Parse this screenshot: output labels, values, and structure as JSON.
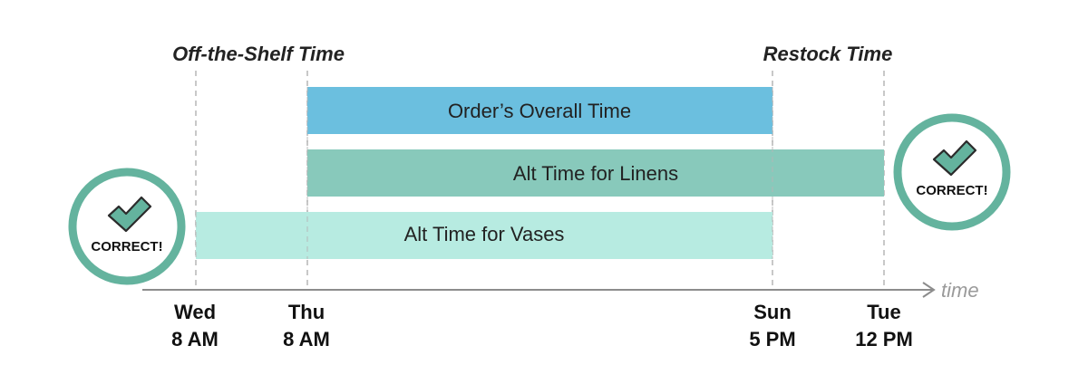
{
  "diagram": {
    "top_labels": {
      "off_the_shelf": "Off-the-Shelf Time",
      "restock": "Restock Time"
    },
    "axis_label": "time",
    "ticks": [
      {
        "day": "Wed",
        "time": "8 AM"
      },
      {
        "day": "Thu",
        "time": "8 AM"
      },
      {
        "day": "Sun",
        "time": "5 PM"
      },
      {
        "day": "Tue",
        "time": "12 PM"
      }
    ],
    "bars": [
      {
        "label": "Order’s Overall Time",
        "from": "Thu 8 AM",
        "to": "Sun 5 PM",
        "color": "#6bbfdf"
      },
      {
        "label": "Alt Time for Linens",
        "from": "Thu 8 AM",
        "to": "Tue 12 PM",
        "color": "#88c9bb"
      },
      {
        "label": "Alt Time for Vases",
        "from": "Wed 8 AM",
        "to": "Sun 5 PM",
        "color": "#b7ebe1"
      }
    ],
    "badges": [
      {
        "text": "CORRECT!"
      },
      {
        "text": "CORRECT!"
      }
    ],
    "colors": {
      "badge_ring": "#64b39e",
      "check_fill": "#64b39e",
      "check_stroke": "#2b2b2b",
      "axis": "#8c8c8c",
      "guide": "#b5b5b5"
    }
  }
}
